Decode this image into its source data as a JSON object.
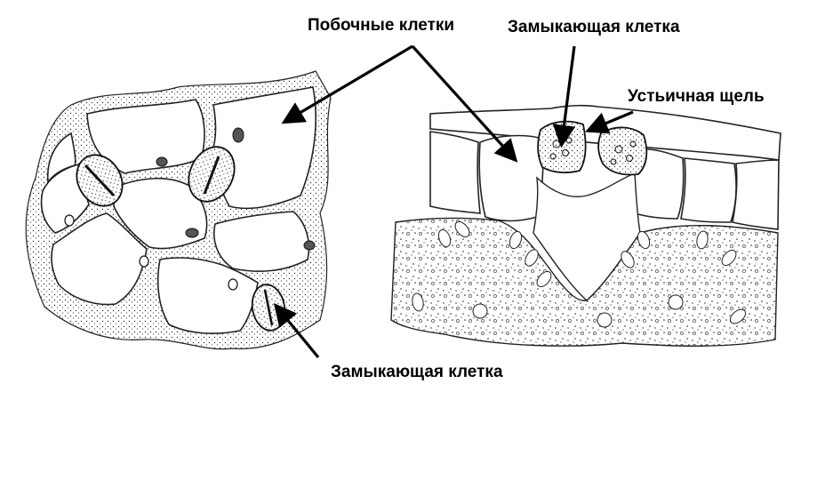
{
  "labels": {
    "subsidiary_cells": "Побочные клетки",
    "guard_cell_top": "Замыкающая клетка",
    "stomatal_pore": "Устьичная щель",
    "guard_cell_bottom": "Замыкающая клетка"
  },
  "colors": {
    "ink": "#000000",
    "background": "#ffffff"
  }
}
